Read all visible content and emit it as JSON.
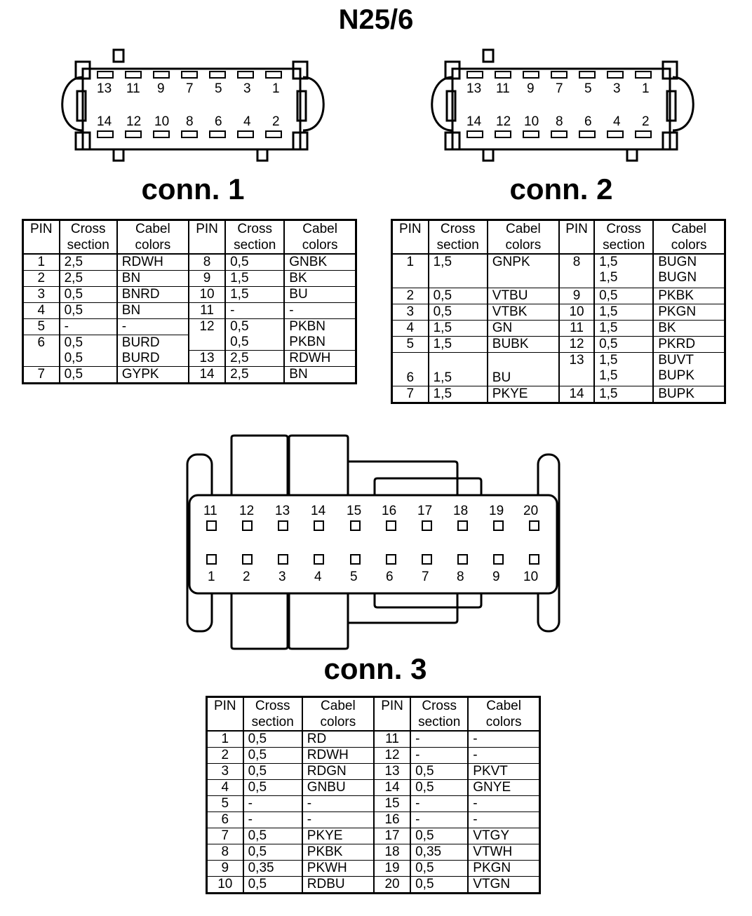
{
  "title": "N25/6",
  "conn1": {
    "label": "conn. 1",
    "top_pins": [
      "13",
      "11",
      "9",
      "7",
      "5",
      "3",
      "1"
    ],
    "bottom_pins": [
      "14",
      "12",
      "10",
      "8",
      "6",
      "4",
      "2"
    ]
  },
  "conn2": {
    "label": "conn. 2",
    "top_pins": [
      "13",
      "11",
      "9",
      "7",
      "5",
      "3",
      "1"
    ],
    "bottom_pins": [
      "14",
      "12",
      "10",
      "8",
      "6",
      "4",
      "2"
    ]
  },
  "conn3": {
    "label": "conn. 3",
    "top_pins": [
      "11",
      "12",
      "13",
      "14",
      "15",
      "16",
      "17",
      "18",
      "19",
      "20"
    ],
    "bottom_pins": [
      "1",
      "2",
      "3",
      "4",
      "5",
      "6",
      "7",
      "8",
      "9",
      "10"
    ]
  },
  "headers": {
    "pin": "PIN",
    "cross_a": "Cross",
    "cross_b": "section",
    "cabel_a": "Cabel",
    "cabel_b": "colors"
  },
  "table1": {
    "left": [
      {
        "pin": "1",
        "cross": "2,5",
        "color": "RDWH"
      },
      {
        "pin": "2",
        "cross": "2,5",
        "color": "BN"
      },
      {
        "pin": "3",
        "cross": "0,5",
        "color": "BNRD"
      },
      {
        "pin": "4",
        "cross": "0,5",
        "color": "BN"
      },
      {
        "pin": "5",
        "cross": "-",
        "color": "-"
      },
      {
        "pin": "6",
        "cross": "0,5\n0,5",
        "color": "BURD\nBURD"
      },
      {
        "pin": "7",
        "cross": "0,5",
        "color": "GYPK"
      }
    ],
    "right": [
      {
        "pin": "8",
        "cross": "0,5",
        "color": "GNBK"
      },
      {
        "pin": "9",
        "cross": "1,5",
        "color": "BK"
      },
      {
        "pin": "10",
        "cross": "1,5",
        "color": "BU"
      },
      {
        "pin": "11",
        "cross": "-",
        "color": "-"
      },
      {
        "pin": "12",
        "cross": "0,5\n0,5",
        "color": "PKBN\nPKBN"
      },
      {
        "pin": "13",
        "cross": "2,5",
        "color": "RDWH"
      },
      {
        "pin": "14",
        "cross": "2,5",
        "color": "BN"
      }
    ]
  },
  "table2": {
    "left": [
      {
        "pin": "1",
        "cross": "1,5",
        "color": "GNPK"
      },
      {
        "pin": "2",
        "cross": "0,5",
        "color": "VTBU"
      },
      {
        "pin": "3",
        "cross": "0,5",
        "color": "VTBK"
      },
      {
        "pin": "4",
        "cross": "1,5",
        "color": "GN"
      },
      {
        "pin": "5",
        "cross": "1,5",
        "color": "BUBK"
      },
      {
        "pin": "6",
        "cross": "1,5",
        "color": "BU"
      },
      {
        "pin": "7",
        "cross": "1,5",
        "color": "PKYE"
      }
    ],
    "right": [
      {
        "pin": "8",
        "cross": "1,5\n1,5",
        "color": "BUGN\nBUGN"
      },
      {
        "pin": "9",
        "cross": "0,5",
        "color": "PKBK"
      },
      {
        "pin": "10",
        "cross": "1,5",
        "color": "PKGN"
      },
      {
        "pin": "11",
        "cross": "1,5",
        "color": "BK"
      },
      {
        "pin": "12",
        "cross": "0,5",
        "color": "PKRD"
      },
      {
        "pin": "13",
        "cross": "1,5\n1,5",
        "color": "BUVT\nBUPK"
      },
      {
        "pin": "14",
        "cross": "1,5",
        "color": "BUPK"
      }
    ]
  },
  "table3": {
    "left": [
      {
        "pin": "1",
        "cross": "0,5",
        "color": "RD"
      },
      {
        "pin": "2",
        "cross": "0,5",
        "color": "RDWH"
      },
      {
        "pin": "3",
        "cross": "0,5",
        "color": "RDGN"
      },
      {
        "pin": "4",
        "cross": "0,5",
        "color": "GNBU"
      },
      {
        "pin": "5",
        "cross": "-",
        "color": "-"
      },
      {
        "pin": "6",
        "cross": "-",
        "color": "-"
      },
      {
        "pin": "7",
        "cross": "0,5",
        "color": "PKYE"
      },
      {
        "pin": "8",
        "cross": "0,5",
        "color": "PKBK"
      },
      {
        "pin": "9",
        "cross": "0,35",
        "color": "PKWH"
      },
      {
        "pin": "10",
        "cross": "0,5",
        "color": "RDBU"
      }
    ],
    "right": [
      {
        "pin": "11",
        "cross": "-",
        "color": "-"
      },
      {
        "pin": "12",
        "cross": "-",
        "color": "-"
      },
      {
        "pin": "13",
        "cross": "0,5",
        "color": "PKVT"
      },
      {
        "pin": "14",
        "cross": "0,5",
        "color": "GNYE"
      },
      {
        "pin": "15",
        "cross": "-",
        "color": "-"
      },
      {
        "pin": "16",
        "cross": "-",
        "color": "-"
      },
      {
        "pin": "17",
        "cross": "0,5",
        "color": "VTGY"
      },
      {
        "pin": "18",
        "cross": "0,35",
        "color": "VTWH"
      },
      {
        "pin": "19",
        "cross": "0,5",
        "color": "PKGN"
      },
      {
        "pin": "20",
        "cross": "0,5",
        "color": "VTGN"
      }
    ]
  }
}
